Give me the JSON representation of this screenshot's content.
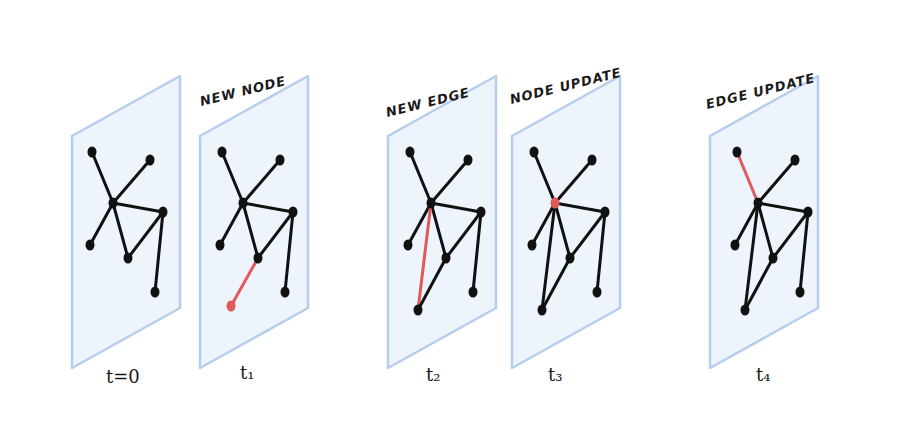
{
  "diagram": {
    "labels": [
      "NEW NODE",
      "NEW EDGE",
      "NODE UPDATE",
      "EDGE UPDATE",
      "t=0",
      "t₁",
      "t₂",
      "t₃",
      "t₄"
    ]
  }
}
